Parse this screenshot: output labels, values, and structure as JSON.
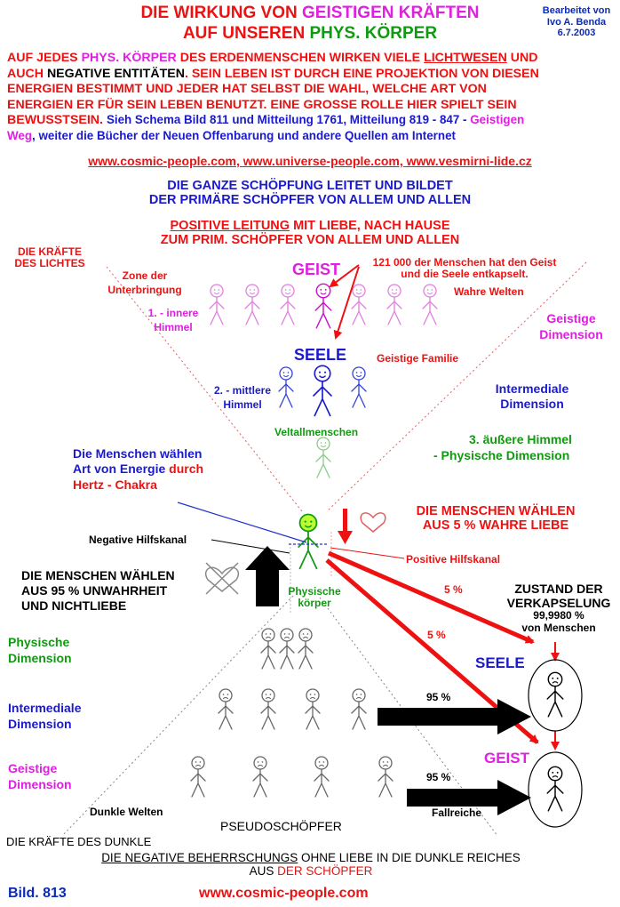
{
  "title": {
    "line1_a": "DIE WIRKUNG VON ",
    "line1_b": "GEISTIGEN KRÄFTEN",
    "line2_a": "AUF UNSEREN ",
    "line2_b": "PHYS. KÖRPER"
  },
  "edited": {
    "l1": "Bearbeitet von",
    "l2": "Ivo A. Benda",
    "l3": "6.7.2003"
  },
  "intro": {
    "l1_a": "AUF JEDES ",
    "l1_b": "PHYS. KÖRPER",
    "l1_c": " DES ERDENMENSCHEN WIRKEN VIELE ",
    "l1_d": "LICHTWESEN",
    "l1_e": " UND",
    "l2_a": "AUCH ",
    "l2_b": "NEGATIVE ENTITÄTEN",
    "l2_c": ". SEIN LEBEN IST DURCH EINE PROJEKTION VON DIESEN",
    "l3": "ENERGIEN BESTIMMT UND JEDER HAT SELBST DIE WAHL, WELCHE ART VON",
    "l4": "ENERGIEN ER FÜR SEIN LEBEN BENUTZT. EINE GROSSE ROLLE HIER SPIELT SEIN",
    "l5_a": "BEWUSSTSEIN. ",
    "l5_b": "Sieh Schema Bild 811 und Mitteilung 1761, Mitteilung 819 - 847 - ",
    "l5_c": "Geistigen",
    "l6_a": "Weg",
    "l6_b": ", weiter die Bücher der Neuen Offenbarung und andere Quellen am Internet",
    "l7": "www.cosmic-people.com, www.universe-people.com, www.vesmirni-lide.cz"
  },
  "creation": {
    "l1": "DIE GANZE SCHÖPFUNG LEITET UND BILDET",
    "l2": "DER PRIMÄRE SCHÖPFER VON ALLEM UND ALLEN"
  },
  "positive": {
    "l1_a": "POSITIVE LEITUNG",
    "l1_b": " MIT LIEBE, NACH HAUSE",
    "l2": "ZUM PRIM. SCHÖPFER VON ALLEM UND ALLEN"
  },
  "forces_light": {
    "l1": "DIE KRÄFTE",
    "l2": "DES LICHTES"
  },
  "zone": {
    "l1": "Zone der",
    "l2": "Unterbringung"
  },
  "geist_top": "GEIST",
  "encapsulated": {
    "l1": "121 000 der Menschen hat den Geist",
    "l2": "und die Seele entkapselt."
  },
  "true_worlds": "Wahre Welten",
  "heaven1": {
    "l1": "1. - innere",
    "l2": "Himmel"
  },
  "spiritual_dim_right": {
    "l1": "Geistige",
    "l2": "Dimension"
  },
  "seele_top": "SEELE",
  "spiritual_family": "Geistige Familie",
  "heaven2": {
    "l1": "2. - mittlere",
    "l2": "Himmel"
  },
  "intermedial_right": {
    "l1": "Intermediale",
    "l2": "Dimension"
  },
  "universe_people": "Veltallmenschen",
  "heaven3": {
    "l1": "3. äußere Himmel",
    "l2": "-  Physische Dimension"
  },
  "choose_energy": {
    "l1": "Die Menschen wählen",
    "l2_a": "Art von Energie ",
    "l2_b": "durch",
    "l3": "Hertz - Chakra"
  },
  "choose_love": {
    "l1": "DIE MENSCHEN WÄHLEN",
    "l2": "AUS 5 % WAHRE LIEBE"
  },
  "negative_channel": "Negative Hilfskanal",
  "positive_channel": "Positive Hilfskanal",
  "choose_untruth": {
    "l1": "DIE MENSCHEN WÄHLEN",
    "l2": "AUS 95 % UNWAHRHEIT",
    "l3": "UND NICHTLIEBE"
  },
  "physical_body": {
    "l1": "Physische",
    "l2": "körper"
  },
  "pct_5a": "5 %",
  "pct_5b": "5 %",
  "state": {
    "l1": "ZUSTAND DER",
    "l2": "VERKAPSELUNG",
    "l3": "99,9980 %",
    "l4": "von Menschen"
  },
  "left_physical": {
    "l1": "Physische",
    "l2": "Dimension"
  },
  "left_intermedial": {
    "l1": "Intermediale",
    "l2": "Dimension"
  },
  "left_spiritual": {
    "l1": "Geistige",
    "l2": "Dimension"
  },
  "seele_right": "SEELE",
  "geist_right": "GEIST",
  "pct_95a": "95 %",
  "pct_95b": "95 %",
  "dark_worlds": "Dunkle Welten",
  "pseudo": "PSEUDOSCHÖPFER",
  "fall": "Fallreiche",
  "dark_forces": "DIE KRÄFTE DES DUNKLE",
  "negative_rule": {
    "l1_a": "DIE NEGATIVE BEHERRSCHUNGS",
    "l1_b": " OHNE LIEBE IN DIE DUNKLE REICHES",
    "l2_a": "AUS ",
    "l2_b": "DER SCHÖPFER"
  },
  "bild": "Bild. 813",
  "footer_url": "www.cosmic-people.com",
  "colors": {
    "red": "#ee1111",
    "blue": "#1a1acc",
    "green": "#119911",
    "magenta": "#e020e0",
    "pink_figures": "#e080e0",
    "gray_figures": "#666666"
  }
}
